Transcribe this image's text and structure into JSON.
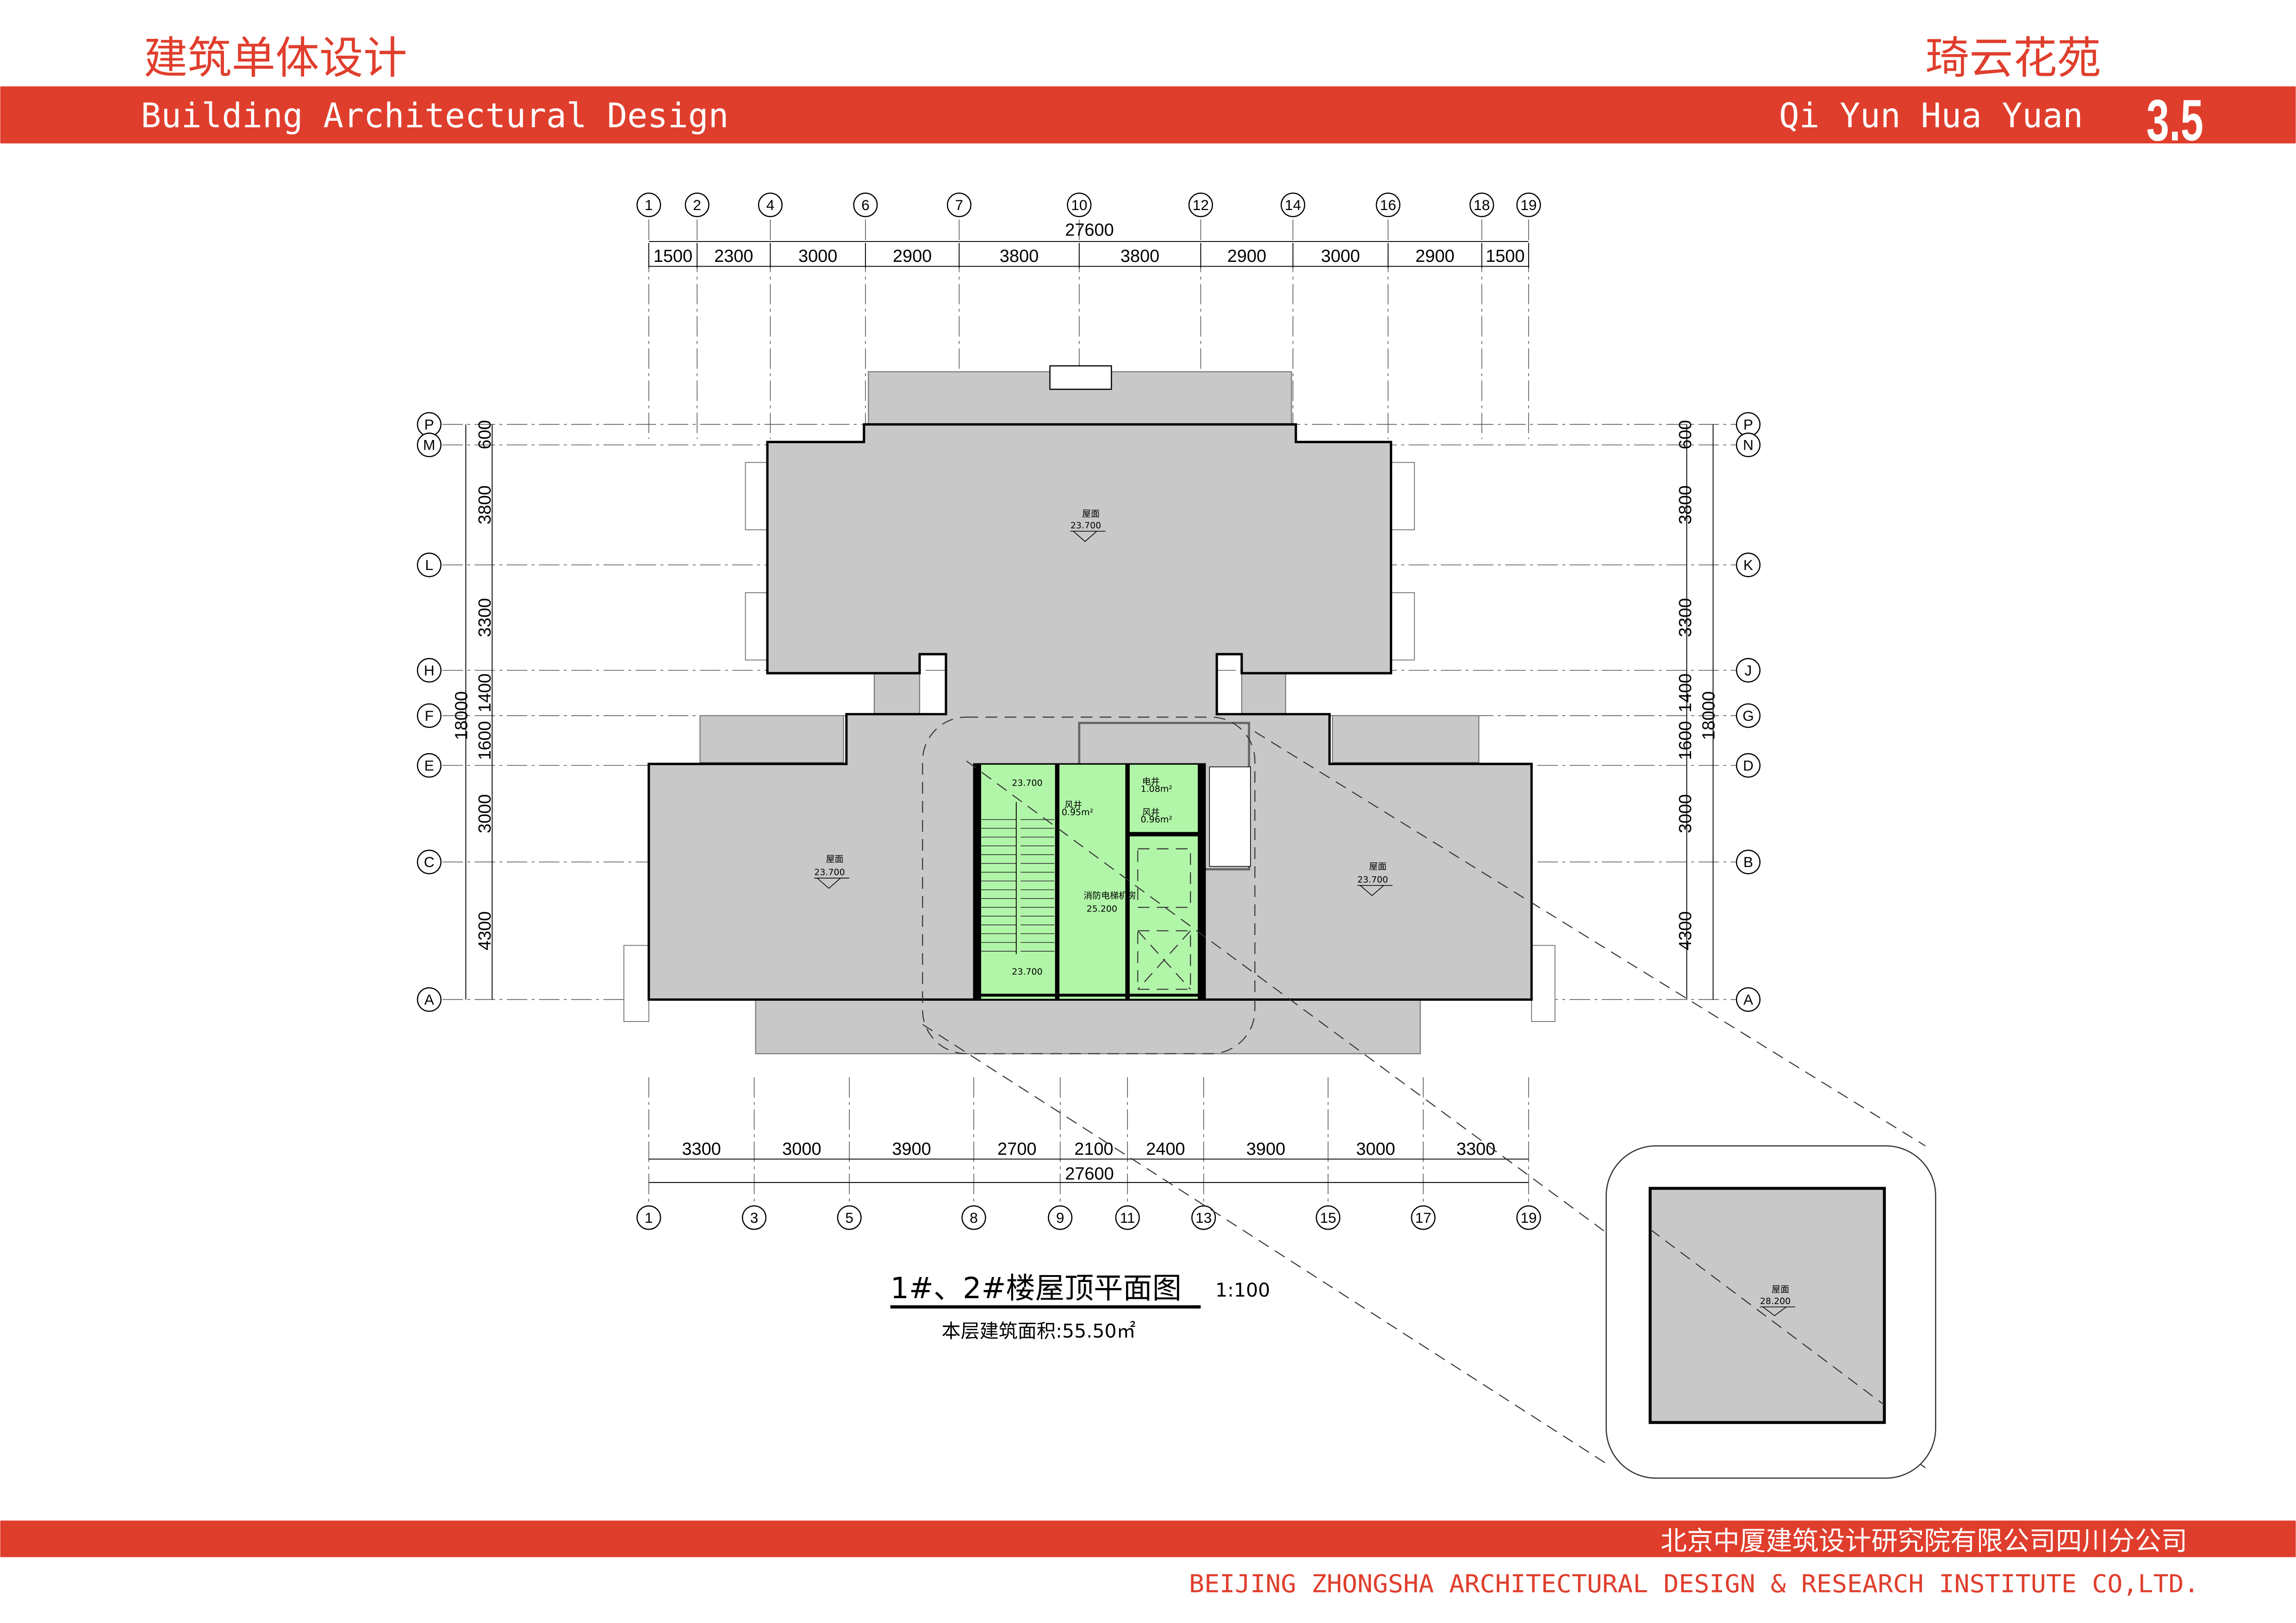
{
  "header": {
    "title_cn": "建筑单体设计",
    "title_en": "Building Architectural Design",
    "project_cn": "琦云花苑",
    "project_en": "Qi Yun Hua Yuan",
    "sheet_no": "3.5"
  },
  "footer": {
    "company_cn": "北京中厦建筑设计研究院有限公司四川分公司",
    "company_en": "BEIJING ZHONGSHA ARCHITECTURAL DESIGN & RESEARCH INSTITUTE CO,LTD."
  },
  "drawing": {
    "title": "1#、2#楼屋顶平面图",
    "scale": "1:100",
    "area_text": "本层建筑面积:55.50㎡",
    "top_axes": [
      "1",
      "2",
      "4",
      "6",
      "7",
      "10",
      "12",
      "14",
      "16",
      "18",
      "19"
    ],
    "top_dims": [
      "1500",
      "2300",
      "3000",
      "2900",
      "3800",
      "3800",
      "2900",
      "3000",
      "2900",
      "1500"
    ],
    "top_total": "27600",
    "bottom_axes": [
      "1",
      "3",
      "5",
      "8",
      "9",
      "11",
      "13",
      "15",
      "17",
      "19"
    ],
    "bottom_dims": [
      "3300",
      "3000",
      "3900",
      "2700",
      "2100",
      "2400",
      "3900",
      "3000",
      "3300"
    ],
    "bottom_total": "27600",
    "left_axes": [
      "P",
      "M",
      "L",
      "H",
      "F",
      "E",
      "C",
      "A"
    ],
    "right_axes": [
      "P",
      "N",
      "K",
      "J",
      "G",
      "D",
      "B",
      "A"
    ],
    "side_dims": [
      "600",
      "3800",
      "3300",
      "1400",
      "1600",
      "3000",
      "4300"
    ],
    "side_total": "18000",
    "roof_label": "屋面",
    "roof_level": "23.700",
    "inset_level": "28.200",
    "core": {
      "room": "消防电梯机房",
      "room_level": "25.200",
      "stair_level": "23.700",
      "shaft1": "风井",
      "shaft1_area": "0.95m²",
      "shaft2": "电井",
      "shaft2_area": "1.08m²",
      "shaft3": "风井",
      "shaft3_area": "0.96m²"
    }
  }
}
